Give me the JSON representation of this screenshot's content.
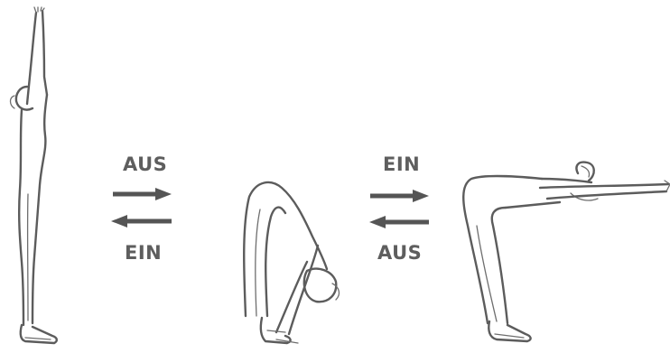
{
  "transition_1": {
    "top_label": "AUS",
    "bottom_label": "EIN"
  },
  "transition_2": {
    "top_label": "EIN",
    "bottom_label": "AUS"
  },
  "colors": {
    "line": "#5c5c5c",
    "arrow": "#555555",
    "text": "#5e5e5e"
  }
}
